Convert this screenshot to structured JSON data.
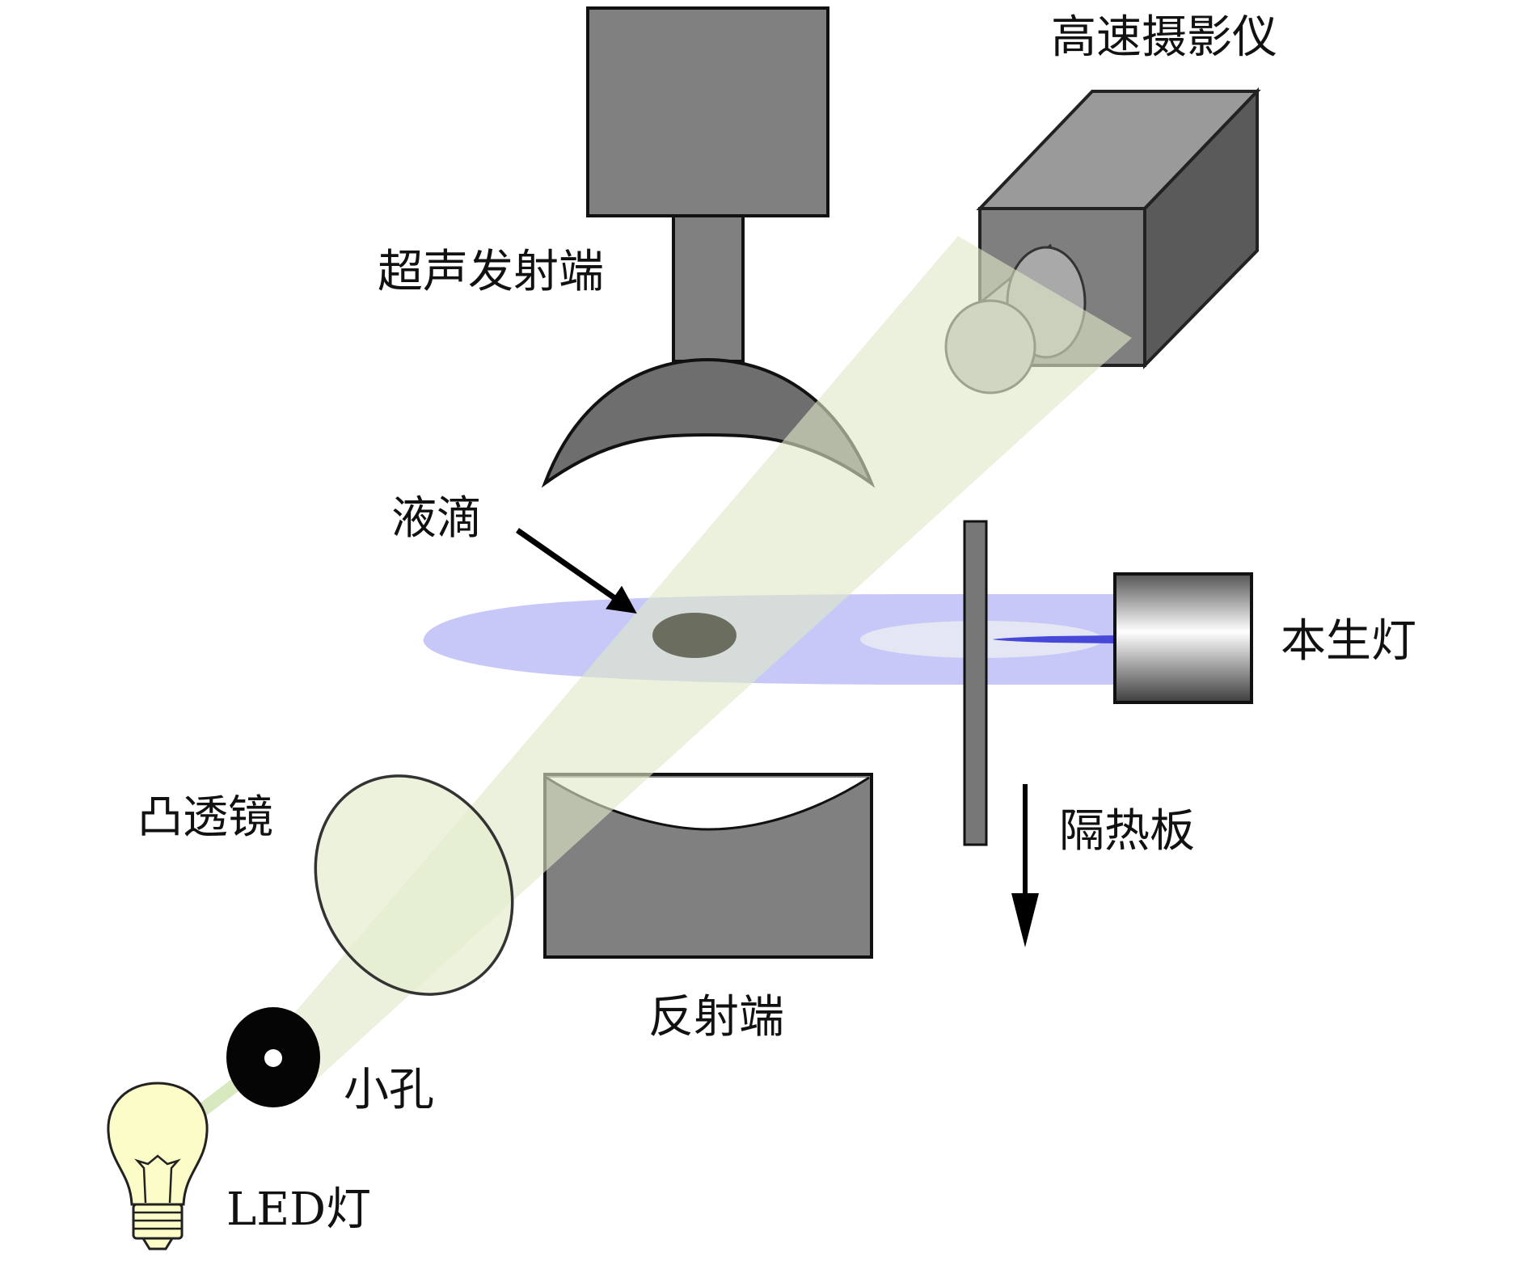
{
  "labels": {
    "camera": "高速摄影仪",
    "transducer": "超声发射端",
    "droplet": "液滴",
    "lamp": "本生灯",
    "lens": "凸透镜",
    "shield": "隔热板",
    "reflector": "反射端",
    "pinhole": "小孔",
    "led": "LED灯"
  },
  "colors": {
    "equipment": "#808080",
    "equipment_dark": "#666666",
    "equipment_side": "#555555",
    "outline": "#111111",
    "light_beam": "#e3ebcb",
    "flame": "#c8c8f8",
    "flame_core": "#4848d8",
    "droplet": "#6b6e5e",
    "bulb": "#fcfcc8",
    "shield": "#777777"
  },
  "icons": {
    "led": "lightbulb-icon",
    "pinhole": "disc-icon",
    "shield_motion": "arrow-down-icon",
    "droplet_pointer": "arrow-icon"
  }
}
